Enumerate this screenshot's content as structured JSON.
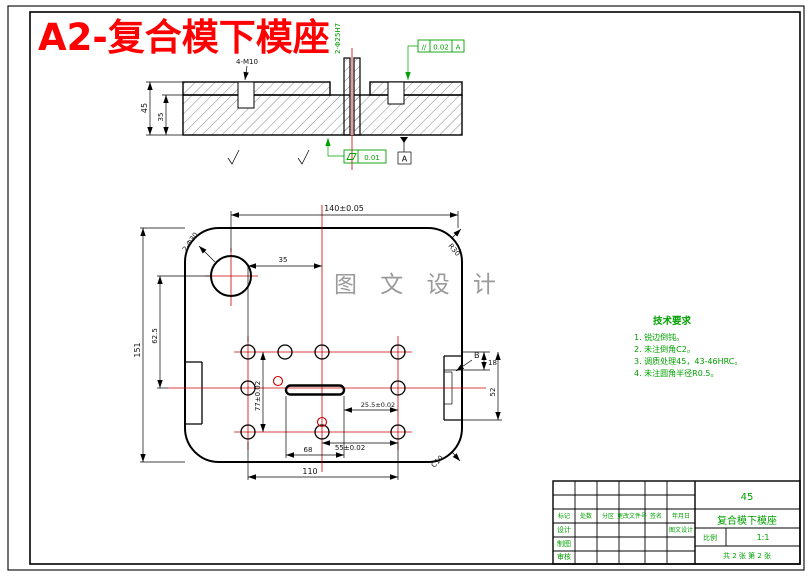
{
  "title": {
    "text": "A2-复合模下模座",
    "color": "#ff0000"
  },
  "watermark": {
    "text": "图 文 设 计"
  },
  "section_view": {
    "dim_height_outer": "45",
    "dim_height_inner": "35",
    "label_top_holes": "4-M10",
    "label_center_hole": "2-Φ25H7",
    "tol_parallel": {
      "symbol": "//",
      "value": "0.02",
      "datum": "A"
    },
    "tol_flatness": {
      "value": "0.01"
    },
    "datum_flag": "A"
  },
  "plan_view": {
    "dim_width": "140±0.05",
    "dim_35": "35",
    "dim_height": "151",
    "dim_62_5": "62.5",
    "dim_77": "77±0.02",
    "dim_18": "18",
    "dim_52": "52",
    "dim_68": "68",
    "dim_110": "110",
    "dim_55": "55±0.02",
    "dim_25_5": "25.5±0.02",
    "leader_big_holes": "2-Φ30",
    "leader_corner": "R30",
    "leader_chamfer": "C10",
    "view_label": "B"
  },
  "notes": {
    "title": "技术要求",
    "items": [
      "1. 锐边倒钝。",
      "2. 未注倒角C2。",
      "3. 调质处理45，43-46HRC。",
      "4. 未注圆角半径R0.5。"
    ]
  },
  "title_block": {
    "material": "45",
    "part_name": "复合模下模座",
    "scale_label": "比例",
    "scale_value": "1:1",
    "sheet_info": "共 2 张 第 2 张",
    "company": "图文设计",
    "header_labels": [
      "标记",
      "处数",
      "分区",
      "更改文件号",
      "签名",
      "年月日"
    ],
    "row_labels": [
      "设计",
      "制图",
      "审核"
    ]
  },
  "colors": {
    "title_red": "#ff0000",
    "annotation_green": "#00a000",
    "centerline_red": "#cc0000",
    "line_black": "#000000"
  }
}
